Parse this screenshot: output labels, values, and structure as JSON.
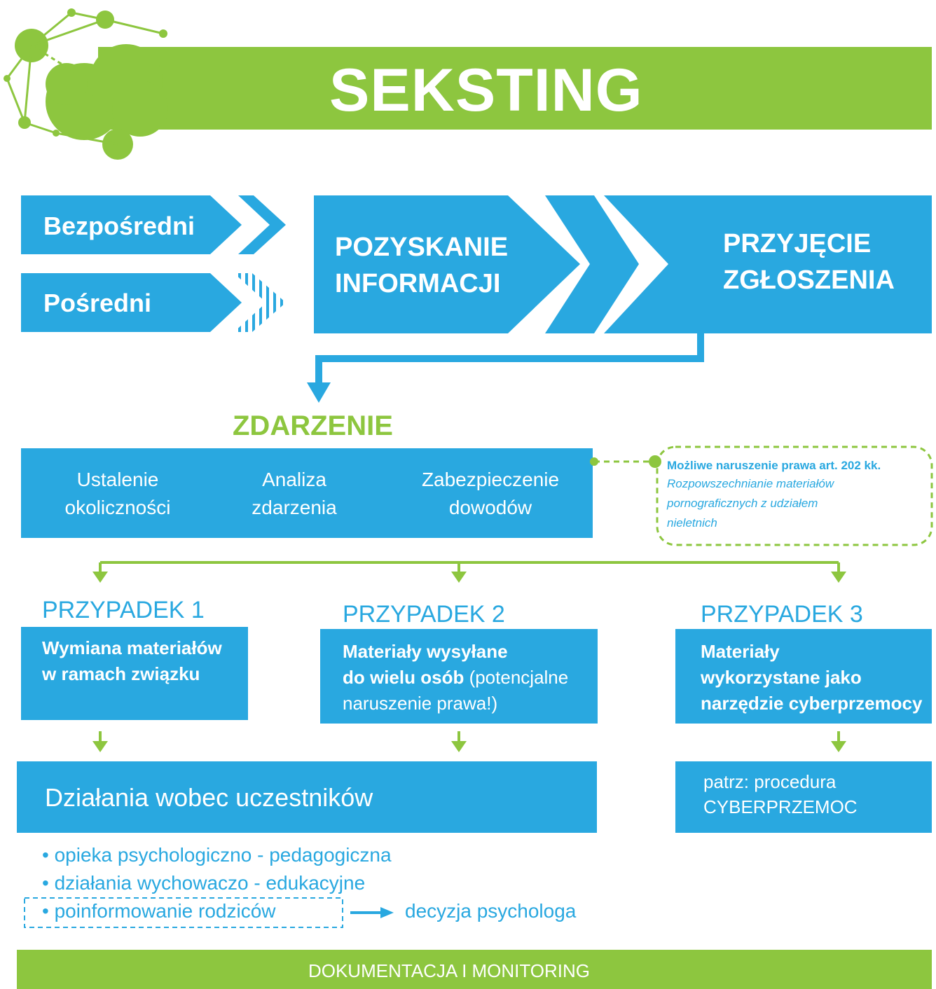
{
  "header": {
    "title": "SEKSTING"
  },
  "sources": {
    "direct": "Bezpośredni",
    "indirect": "Pośredni"
  },
  "flow": {
    "step1": [
      "POZYSKANIE",
      "INFORMACJI"
    ],
    "step2": [
      "PRZYJĘCIE",
      "ZGŁOSZENIA"
    ]
  },
  "event": {
    "title": "ZDARZENIE",
    "steps": [
      [
        "Ustalenie",
        "okoliczności"
      ],
      [
        "Analiza",
        "zdarzenia"
      ],
      [
        "Zabezpieczenie",
        "dowodów"
      ]
    ]
  },
  "legal_note": {
    "heading": "Możliwe naruszenie prawa art. 202 kk.",
    "lines": [
      "Rozpowszechnianie materiałów",
      "pornograficznych z udziałem",
      "nieletnich"
    ]
  },
  "cases": [
    {
      "title": "PRZYPADEK 1",
      "lines": [
        {
          "bold": "Wymiana materiałów"
        },
        {
          "bold": "w ramach związku"
        }
      ]
    },
    {
      "title": "PRZYPADEK 2",
      "lines": [
        {
          "bold": "Materiały wysyłane"
        },
        {
          "bold": "do wielu osób",
          "normal": " (potencjalne"
        },
        {
          "normal": "naruszenie prawa!)"
        }
      ]
    },
    {
      "title": "PRZYPADEK 3",
      "lines": [
        {
          "bold": "Materiały"
        },
        {
          "bold": "wykorzystane jako"
        },
        {
          "bold": "narzędzie cyberprzemocy"
        }
      ]
    }
  ],
  "actions": {
    "title": "Działania wobec uczestników",
    "bullets": [
      "• opieka psychologiczno - pedagogiczna",
      "• działania wychowaczo - edukacyjne",
      "• poinformowanie rodziców"
    ],
    "decision": "decyzja psychologa"
  },
  "see_also": [
    "patrz: procedura",
    "CYBERPRZEMOC"
  ],
  "footer": {
    "label": "DOKUMENTACJA I MONITORING"
  },
  "colors": {
    "green": "#8dc63f",
    "blue": "#29a8e0",
    "white": "#ffffff"
  }
}
